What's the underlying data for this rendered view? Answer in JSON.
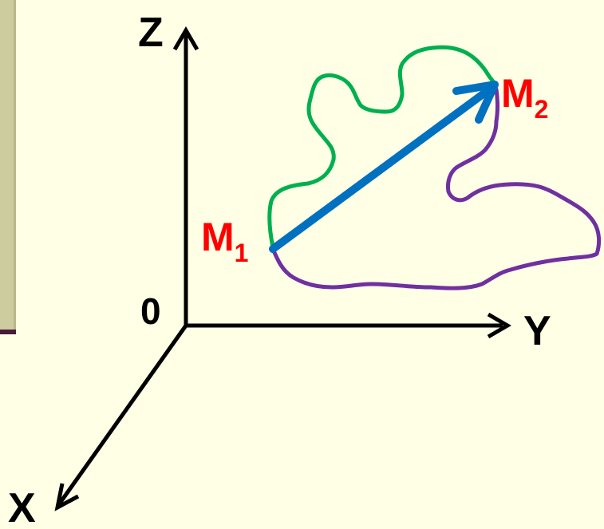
{
  "axes": {
    "z_label": "Z",
    "y_label": "Y",
    "x_label": "X",
    "origin_label": "0"
  },
  "points": {
    "m1": {
      "letter": "M",
      "subscript": "1"
    },
    "m2": {
      "letter": "M",
      "subscript": "2"
    }
  },
  "colors": {
    "background": "#FFFFE5",
    "side_panel": "#CCCC9F",
    "side_line": "#4A1A3A",
    "axis": "#000000",
    "point_label": "#FF0000",
    "vector": "#0070C0",
    "path_upper": "#00B050",
    "path_lower": "#7030A0"
  }
}
